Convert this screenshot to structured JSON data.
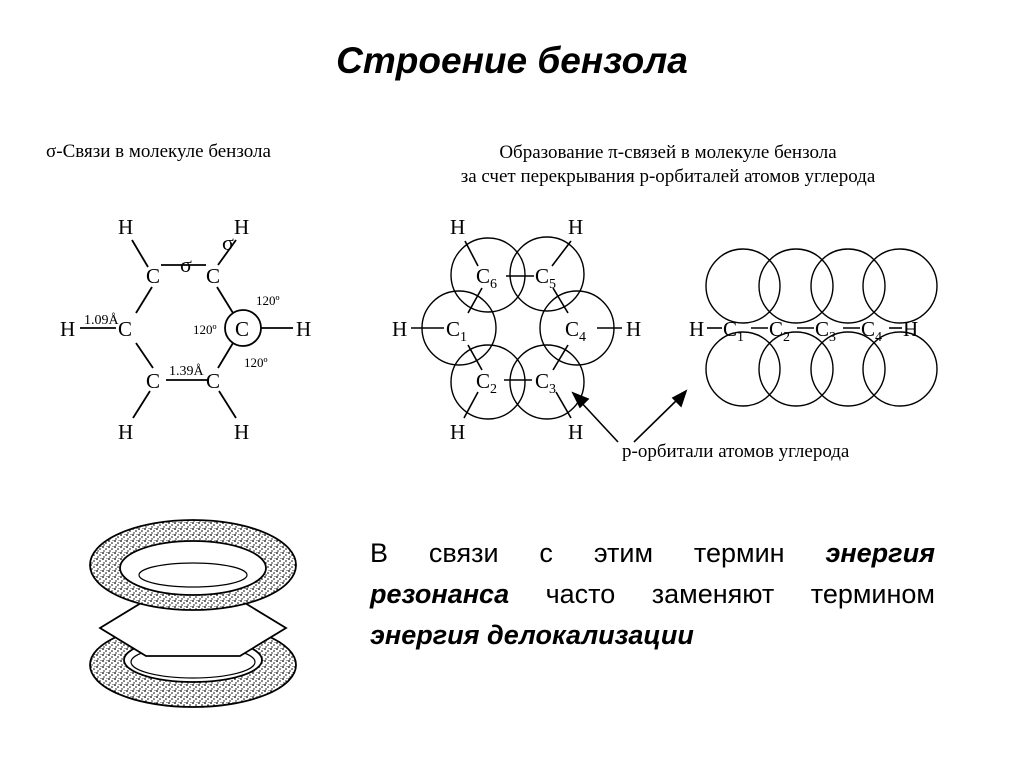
{
  "title": "Строение бензола",
  "left_caption": "σ-Связи в молекуле бензола",
  "right_caption_line1": "Образование π-связей в молекуле бензола",
  "right_caption_line2": "за счет перекрывания p-орбиталей атомов углерода",
  "sigma_structure": {
    "atom_C": "C",
    "atom_H": "H",
    "sigma_symbol": "σ",
    "bond_ch_length": "1.09Å",
    "bond_cc_length": "1.39Å",
    "angle": "120º"
  },
  "pi_ring": {
    "atoms": [
      "C1",
      "C2",
      "C3",
      "C4",
      "C5",
      "C6"
    ],
    "atom_H": "H"
  },
  "pi_chain": {
    "atoms": [
      "C1",
      "C2",
      "C3",
      "C4"
    ],
    "atom_H": "H"
  },
  "orbitals_label": "p-орбитали атомов углерода",
  "paragraph": {
    "line1_words": [
      "В",
      "связи",
      "с",
      "этим",
      "термин"
    ],
    "line1_bold": "энергия",
    "line2_bold": "резонанса",
    "line2_words": [
      "часто",
      "заменяют",
      "термином"
    ],
    "line3_bold": "энергия делокализации"
  }
}
